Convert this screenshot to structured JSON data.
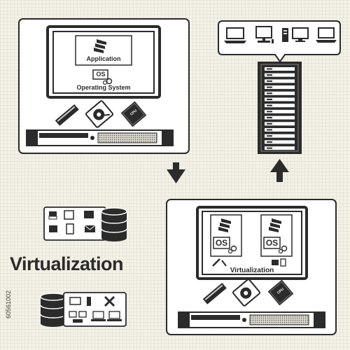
{
  "top_box": {
    "app_label": "Application",
    "os_badge": "OS",
    "os_label": "Operating System",
    "cpu_chip": "CPU"
  },
  "bottom_box": {
    "os_badge_left": "OS",
    "os_badge_right": "OS",
    "virt_label": "Virtualization",
    "cpu_chip": "CPU"
  },
  "main_title": "Virtualization",
  "watermark_id": "60561002",
  "colors": {
    "ink": "#2b2b2b",
    "background": "#f4f1e6",
    "panel": "#ffffff"
  }
}
